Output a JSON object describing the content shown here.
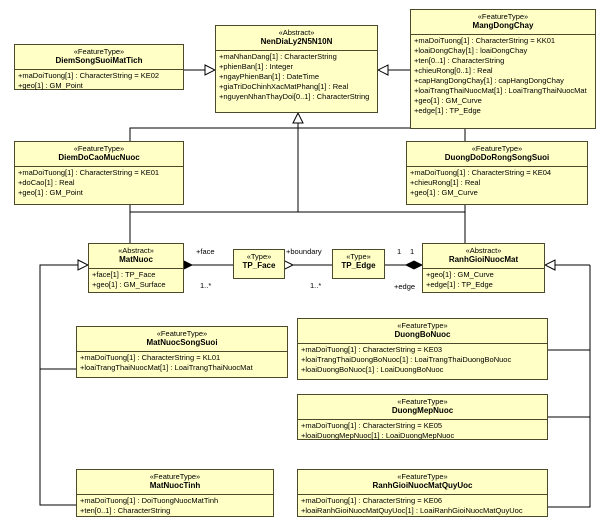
{
  "classes": {
    "diem_song_suoi": {
      "stereotype": "«FeatureType»",
      "name": "DiemSongSuoiMatTich",
      "attributes": [
        "+maDoiTuong[1] : CharacterString = KE02",
        "+geo[1] : GM_Point"
      ]
    },
    "nen_dia_ly": {
      "stereotype": "«Abstract»",
      "name": "NenDiaLy2N5N10N",
      "attributes": [
        "+maNhanDang[1] : CharacterString",
        "+phienBan[1] : Integer",
        "+ngayPhienBan[1] : DateTime",
        "+giaTriDoChinhXacMatPhang[1] : Real",
        "+nguyenNhanThayDoi[0..1] : CharacterString"
      ]
    },
    "mang_dong_chay": {
      "stereotype": "«FeatureType»",
      "name": "MangDongChay",
      "attributes": [
        "+maDoiTuong[1] : CharacterString = KK01",
        "+loaiDongChay[1] : loaiDongChay",
        "+ten[0..1] : CharacterString",
        "+chieuRong[0..1] : Real",
        "+capHangDongChay[1] : capHangDongChay",
        "+loaiTrangThaiNuocMat[1] : LoaiTrangThaiNuocMat",
        "+geo[1] : GM_Curve",
        "+edge[1] : TP_Edge"
      ]
    },
    "diem_do_cao": {
      "stereotype": "«FeatureType»",
      "name": "DiemDoCaoMucNuoc",
      "attributes": [
        "+maDoiTuong[1] : CharacterString = KE01",
        "+doCao[1] : Real",
        "+geo[1] : GM_Point"
      ]
    },
    "duong_do_do_rong": {
      "stereotype": "«FeatureType»",
      "name": "DuongDoDoRongSongSuoi",
      "attributes": [
        "+maDoiTuong[1] : CharacterString = KE04",
        "+chieuRong[1] : Real",
        "+geo[1] : GM_Curve"
      ]
    },
    "mat_nuoc": {
      "stereotype": "«Abstract»",
      "name": "MatNuoc",
      "attributes": [
        "+face[1] : TP_Face",
        "+geo[1] : GM_Surface"
      ]
    },
    "tp_face": {
      "stereotype": "«Type»",
      "name": "TP_Face",
      "attributes": []
    },
    "tp_edge": {
      "stereotype": "«Type»",
      "name": "TP_Edge",
      "attributes": []
    },
    "ranh_gioi": {
      "stereotype": "«Abstract»",
      "name": "RanhGioiNuocMat",
      "attributes": [
        "+geo[1] : GM_Curve",
        "+edge[1] : TP_Edge"
      ]
    },
    "mat_nuoc_song_suoi": {
      "stereotype": "«FeatureType»",
      "name": "MatNuocSongSuoi",
      "attributes": [
        "+maDoiTuong[1] : CharacterString = KL01",
        "+loaiTrangThaiNuocMat[1] : LoaiTrangThaiNuocMat"
      ]
    },
    "duong_bo_nuoc": {
      "stereotype": "«FeatureType»",
      "name": "DuongBoNuoc",
      "attributes": [
        "+maDoiTuong[1] : CharacterString = KE03",
        "+loaiTrangThaiDuongBoNuoc[1] : LoaiTrangThaiDuongBoNuoc",
        "+loaiDuongBoNuoc[1] : LoaiDuongBoNuoc"
      ]
    },
    "duong_mep_nuoc": {
      "stereotype": "«FeatureType»",
      "name": "DuongMepNuoc",
      "attributes": [
        "+maDoiTuong[1] : CharacterString = KE05",
        "+loaiDuongMepNuoc[1] : LoaiDuongMepNuoc"
      ]
    },
    "mat_nuoc_tinh": {
      "stereotype": "«FeatureType»",
      "name": "MatNuocTinh",
      "attributes": [
        "+maDoiTuong[1] : DoiTuongNuocMatTinh",
        "+ten[0..1] : CharacterString"
      ]
    },
    "ranh_gioi_quy_uoc": {
      "stereotype": "«FeatureType»",
      "name": "RanhGioiNuocMatQuyUoc",
      "attributes": [
        "+maDoiTuong[1] : CharacterString = KE06",
        "+loaiRanhGioiNuocMatQuyUoc[1] : LoaiRanhGioiNuocMatQuyUoc"
      ]
    }
  },
  "labels": {
    "face_role": "+face",
    "face_mult": "1..*",
    "boundary_role": "+boundary",
    "boundary_mult": "1..*",
    "edge_one_a": "1",
    "edge_one_b": "1",
    "edge_role": "+edge"
  }
}
